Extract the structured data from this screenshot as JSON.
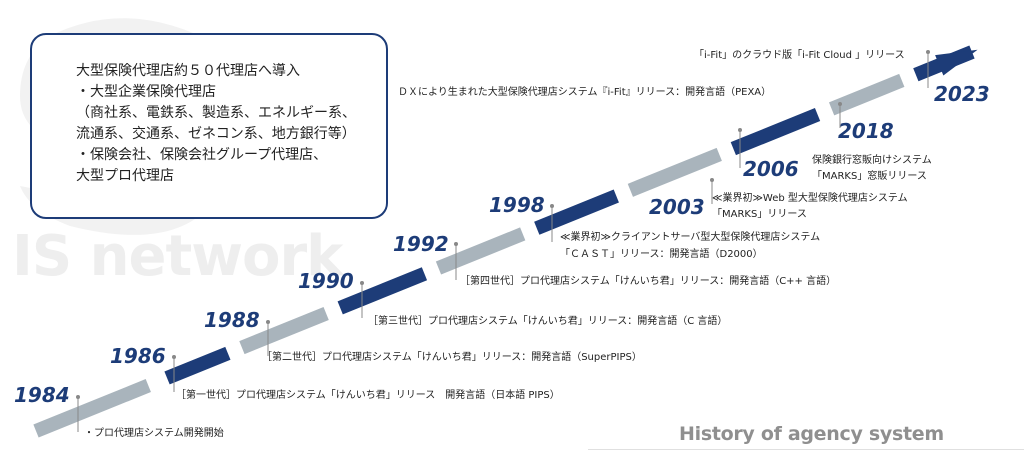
{
  "watermark": {
    "text": "IS network"
  },
  "summary": {
    "lines": [
      "大型保険代理店約５０代理店へ導入",
      "・大型企業保険代理店",
      "（商社系、電鉄系、製造系、エネルギー系、",
      "流通系、交通系、ゼネコン系、地方銀行等）",
      "・保険会社、保険会社グループ代理店、",
      "大型プロ代理店"
    ]
  },
  "timeline": {
    "colors": {
      "navy": "#1d3c78",
      "gray": "#a9b4bc",
      "marker": "#888888",
      "text": "#222222"
    },
    "milestones": [
      {
        "year": "1984",
        "events": [
          "・プロ代理店システム開発開始"
        ]
      },
      {
        "year": "1986",
        "events": [
          "［第一世代］プロ代理店システム「けんいち君」リリース　開発言語（日本語 PIPS）"
        ]
      },
      {
        "year": "1988",
        "events": [
          "［第二世代］プロ代理店システム「けんいち君」リリース：開発言語（SuperPIPS）"
        ]
      },
      {
        "year": "1990",
        "events": [
          "［第三世代］プロ代理店システム「けんいち君」リリース：開発言語（C 言語）"
        ]
      },
      {
        "year": "1992",
        "events": [
          "［第四世代］プロ代理店システム「けんいち君」リリース：開発言語（C++ 言語）"
        ]
      },
      {
        "year": "1998",
        "events": [
          "≪業界初≫クライアントサーバ型大型保険代理店システム",
          "「ＣＡＳＴ」リリース：開発言語（D2000）"
        ]
      },
      {
        "year": "2003",
        "events": [
          "≪業界初≫Web 型大型保険代理店システム",
          "「MARKS」リリース"
        ]
      },
      {
        "year": "2006",
        "events": [
          "保険銀行窓販向けシステム",
          "「MARKS」窓販リリース"
        ]
      },
      {
        "year": "2018",
        "events": [
          "ＤＸにより生まれた大型保険代理店システム『i-Fit』リリース：開発言語（PEXA）"
        ]
      },
      {
        "year": "2023",
        "events": [
          "「i-Fit」のクラウド版「i-Fit Cloud 」リリース"
        ]
      }
    ]
  },
  "footer": {
    "title": "History of agency system"
  }
}
